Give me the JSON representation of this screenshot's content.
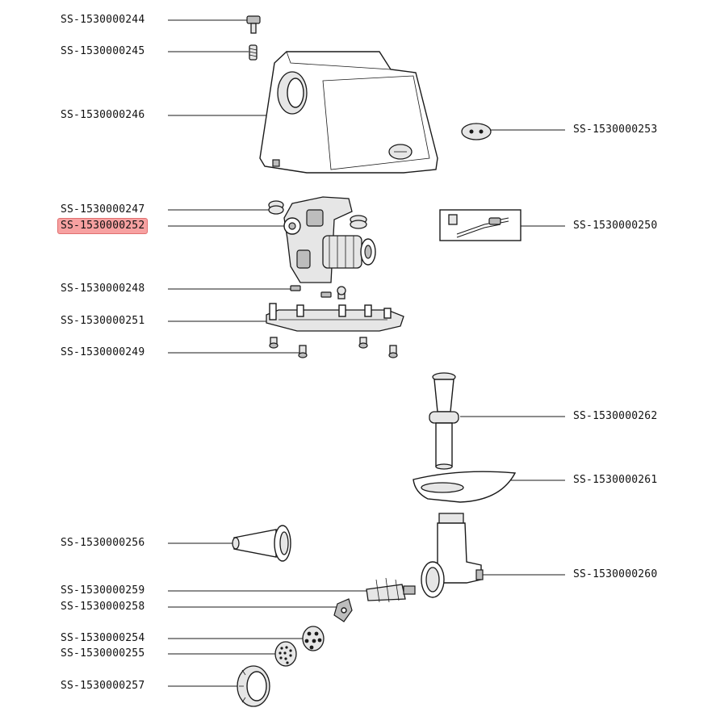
{
  "diagram": {
    "highlight_color": "#f7a1a1",
    "parts": [
      {
        "code": "SS-1530000244",
        "side": "left",
        "highlighted": false
      },
      {
        "code": "SS-1530000245",
        "side": "left",
        "highlighted": false
      },
      {
        "code": "SS-1530000246",
        "side": "left",
        "highlighted": false
      },
      {
        "code": "SS-1530000253",
        "side": "right",
        "highlighted": false
      },
      {
        "code": "SS-1530000247",
        "side": "left",
        "highlighted": false
      },
      {
        "code": "SS-1530000252",
        "side": "left",
        "highlighted": true
      },
      {
        "code": "SS-1530000250",
        "side": "right",
        "highlighted": false
      },
      {
        "code": "SS-1530000248",
        "side": "left",
        "highlighted": false
      },
      {
        "code": "SS-1530000251",
        "side": "left",
        "highlighted": false
      },
      {
        "code": "SS-1530000249",
        "side": "left",
        "highlighted": false
      },
      {
        "code": "SS-1530000262",
        "side": "right",
        "highlighted": false
      },
      {
        "code": "SS-1530000261",
        "side": "right",
        "highlighted": false
      },
      {
        "code": "SS-1530000256",
        "side": "left",
        "highlighted": false
      },
      {
        "code": "SS-1530000260",
        "side": "right",
        "highlighted": false
      },
      {
        "code": "SS-1530000259",
        "side": "left",
        "highlighted": false
      },
      {
        "code": "SS-1530000258",
        "side": "left",
        "highlighted": false
      },
      {
        "code": "SS-1530000254",
        "side": "left",
        "highlighted": false
      },
      {
        "code": "SS-1530000255",
        "side": "left",
        "highlighted": false
      },
      {
        "code": "SS-1530000257",
        "side": "left",
        "highlighted": false
      }
    ]
  }
}
